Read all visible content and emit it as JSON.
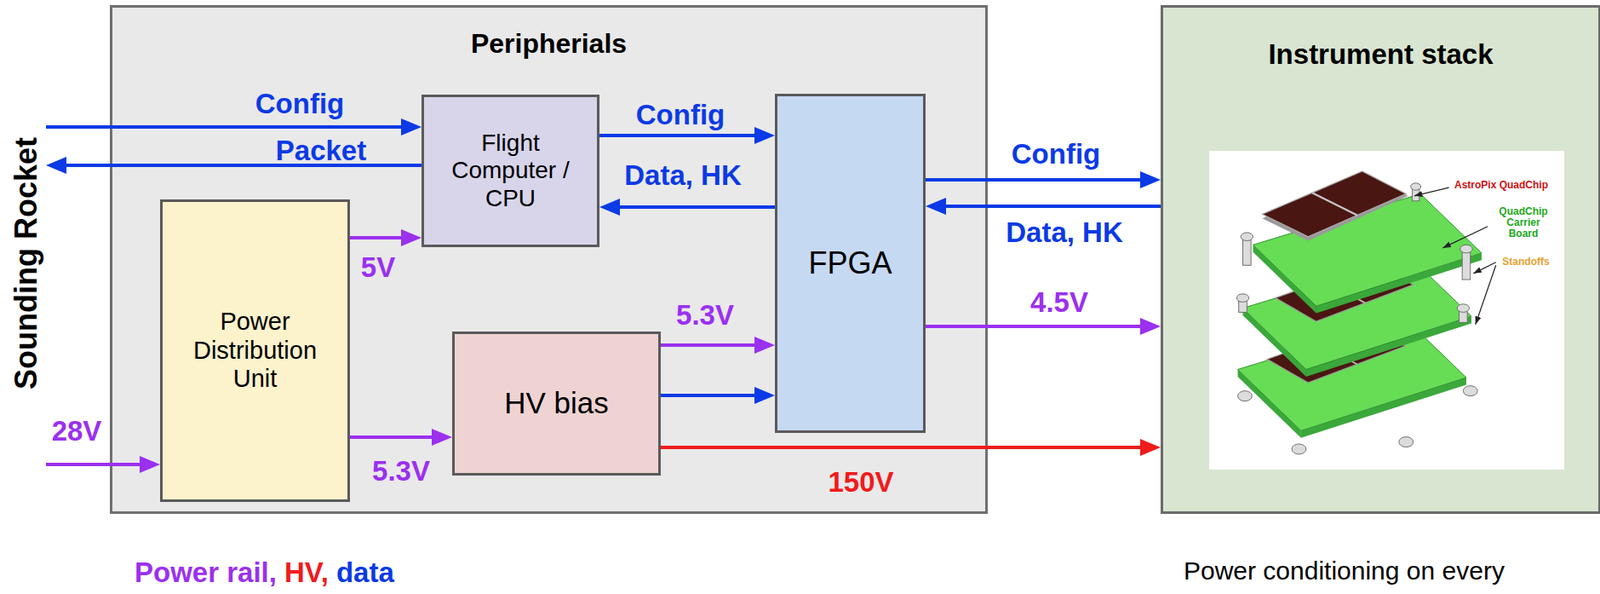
{
  "diagram": {
    "nodes": [
      {
        "text": [
          "Sounding Rocket"
        ]
      },
      {
        "text": [
          "Peripherials"
        ]
      },
      {
        "text": [
          "Flight Computer / CPU"
        ],
        "in": 1
      },
      {
        "text": [
          "Power Distribution Unit"
        ],
        "in": 1
      },
      {
        "text": [
          "HV bias"
        ],
        "in": 1
      },
      {
        "text": [
          "FPGA"
        ],
        "in": 1
      },
      {
        "text": [
          "Instrument stack"
        ]
      }
    ],
    "edges": [
      {
        "from": 0,
        "to": 2,
        "label": "Config",
        "arrow": "to"
      },
      {
        "from": 2,
        "to": 0,
        "label": "Packet",
        "arrow": "to"
      },
      {
        "from": 2,
        "to": 5,
        "label": "Config",
        "arrow": "to"
      },
      {
        "from": 5,
        "to": 2,
        "label": "Data, HK",
        "arrow": "to"
      },
      {
        "from": 3,
        "to": 2,
        "label": "5V",
        "arrow": "to"
      },
      {
        "from": 4,
        "to": 5,
        "label": "5.3V",
        "arrow": "to"
      },
      {
        "from": 4,
        "to": 5,
        "arrow": "to"
      },
      {
        "from": 3,
        "to": 4,
        "label": "5.3V",
        "arrow": "to"
      },
      {
        "from": 5,
        "to": 6,
        "label": "Config",
        "arrow": "to"
      },
      {
        "from": 6,
        "to": 5,
        "label": "Data, HK",
        "arrow": "to"
      },
      {
        "from": 5,
        "to": 6,
        "label": "4.5V",
        "arrow": "to"
      },
      {
        "from": 4,
        "to": 6,
        "label": "150V",
        "arrow": "to"
      },
      {
        "from": 0,
        "to": 3,
        "label": "28V",
        "arrow": "to"
      }
    ],
    "labels": [
      "AstroPix QuadChip",
      "QuadChip Carrier Board",
      "Standoffs",
      "Power conditioning on every"
    ],
    "legend": [
      {
        "text": "Power rail,",
        "color": "#9b30ef"
      },
      {
        "text": "HV,",
        "color": "#f01c1c"
      },
      {
        "text": "data",
        "color": "#0b3ae6"
      }
    ]
  }
}
